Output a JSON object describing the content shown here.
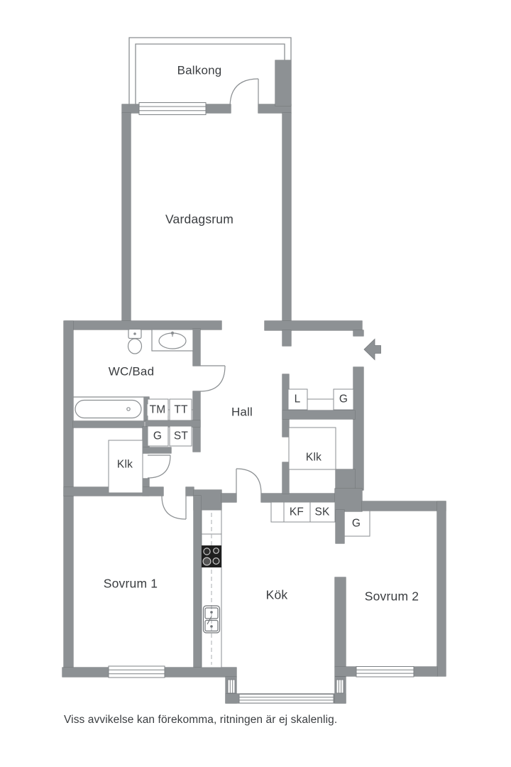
{
  "rooms": {
    "balcony": "Balkong",
    "living_room": "Vardagsrum",
    "bathroom": "WC/Bad",
    "hall": "Hall",
    "closet_left": "Klk",
    "closet_right": "Klk",
    "bedroom1": "Sovrum 1",
    "kitchen": "Kök",
    "bedroom2": "Sovrum 2"
  },
  "closets": {
    "tm": "TM",
    "tt": "TT",
    "g1": "G",
    "st": "ST",
    "l": "L",
    "g2": "G",
    "kf": "KF",
    "sk": "SK",
    "g3": "G"
  },
  "disclaimer": "Viss avvikelse kan förekomma, ritningen är ej skalenlig.",
  "colors": {
    "wall": "#8d9194",
    "thin_line": "#8a8e91",
    "text": "#3a3d40",
    "stove": "#1f1f1f"
  },
  "icons": [
    "entry-arrow-icon",
    "toilet-icon",
    "washbasin-icon",
    "bathtub-icon",
    "stove-icon",
    "kitchen-sink-icon"
  ]
}
